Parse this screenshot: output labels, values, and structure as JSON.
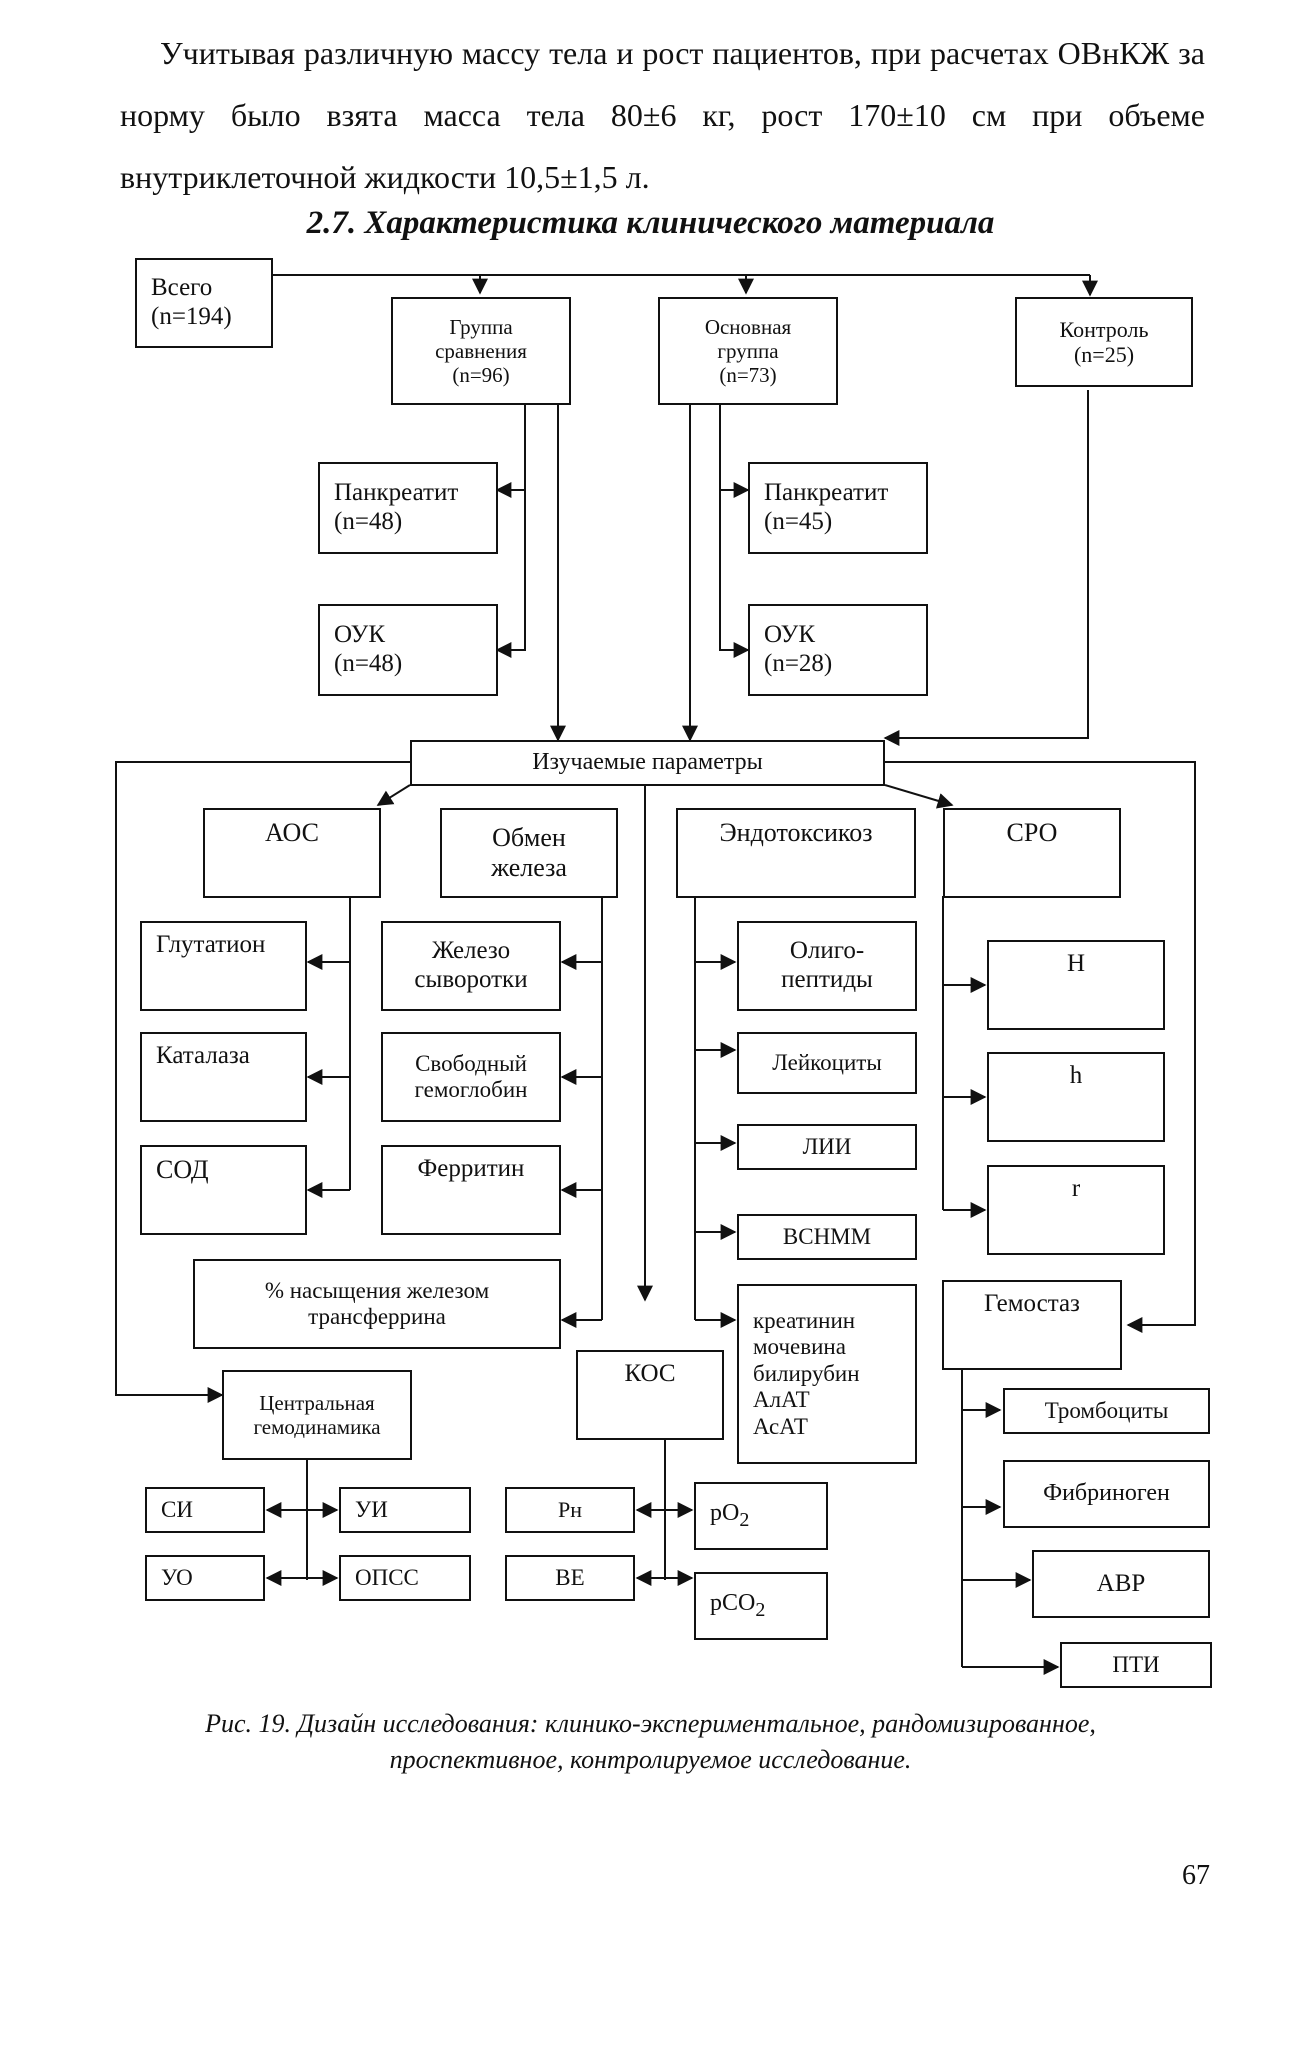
{
  "paragraph": {
    "lines": [
      "Учитывая различную массу тела и рост пациентов, при расчетах ОВнКЖ за норму было взята масса тела 80±6 кг, рост 170±10 см при объеме внутриклеточной жидкости 10,5±1,5 л."
    ]
  },
  "heading": "2.7. Характеристика клинического материала",
  "diagram": {
    "total": {
      "l1": "Всего",
      "l2": "(n=194)"
    },
    "comparison": {
      "l1": "Группа",
      "l2": "сравнения",
      "l3": "(n=96)"
    },
    "main": {
      "l1": "Основная",
      "l2": "группа",
      "l3": "(n=73)"
    },
    "control": {
      "l1": "Контроль",
      "l2": "(n=25)"
    },
    "cmp_pancreatitis": {
      "l1": "Панкреатит",
      "l2": "(n=48)"
    },
    "cmp_ouk": {
      "l1": "ОУК",
      "l2": "(n=48)"
    },
    "main_pancreatitis": {
      "l1": "Панкреатит",
      "l2": "(n=45)"
    },
    "main_ouk": {
      "l1": "ОУК",
      "l2": "(n=28)"
    },
    "params": "Изучаемые параметры",
    "aos": "АОС",
    "iron": {
      "l1": "Обмен",
      "l2": "железа"
    },
    "endotox": "Эндотоксикоз",
    "sro": "СРО",
    "glutathione": "Глутатион",
    "catalase": "Каталаза",
    "sod": "СОД",
    "serum_iron": {
      "l1": "Железо",
      "l2": "сыворотки"
    },
    "free_hb": {
      "l1": "Свободный",
      "l2": "гемоглобин"
    },
    "ferritin": "Ферритин",
    "transferrin": {
      "l1": "% насыщения железом",
      "l2": "трансферрина"
    },
    "oligo": {
      "l1": "Олиго-",
      "l2": "пептиды"
    },
    "leuko": "Лейкоциты",
    "lii": "ЛИИ",
    "vsnmm": "ВСНММ",
    "biochem": [
      "креатинин",
      "мочевина",
      "билирубин",
      "АлАТ",
      "АсАТ"
    ],
    "H": "H",
    "h": "h",
    "r": "r",
    "hemostasis": "Гемостаз",
    "platelets": "Тромбоциты",
    "fibrinogen": "Фибриноген",
    "avr": "АВР",
    "pti": "ПТИ",
    "hemodynamics": {
      "l1": "Центральная",
      "l2": "гемодинамика"
    },
    "si": "СИ",
    "ui": "УИ",
    "uo": "УО",
    "opss": "ОПСС",
    "kos": "КОС",
    "ph": "Рн",
    "po2": "pO",
    "be": "ВЕ",
    "pco2": "pCO",
    "sub2": "2"
  },
  "caption": {
    "l1": "Рис. 19. Дизайн исследования: клинико-экспериментальное, рандомизированное,",
    "l2": "проспективное, контролируемое исследование."
  },
  "page_number": "67"
}
